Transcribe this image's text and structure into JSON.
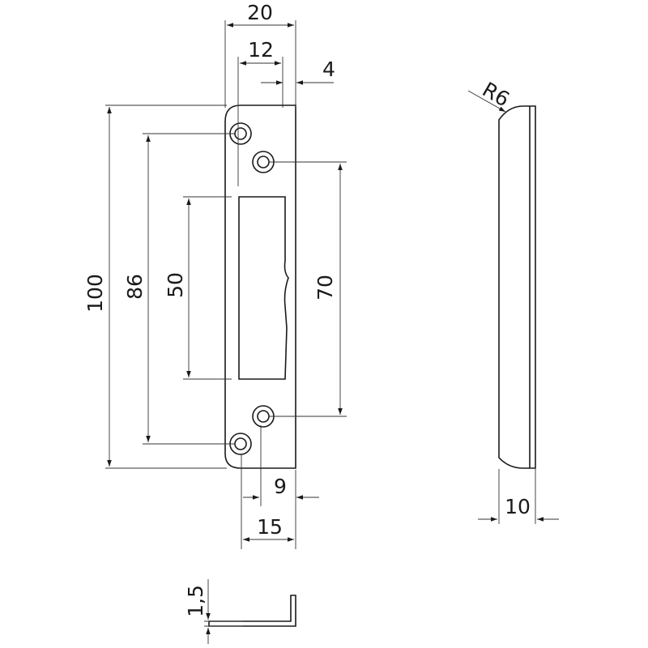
{
  "drawing": {
    "colors": {
      "line": "#1a1a1a",
      "background": "#ffffff"
    },
    "front_view": {
      "dims": {
        "width_total": "20",
        "hole_offset": "12",
        "edge_offset": "4",
        "height_total": "100",
        "hole_spacing_outer": "86",
        "slot_height": "50",
        "hole_spacing_inner": "70",
        "lower_offset": "9",
        "lower_width": "15"
      }
    },
    "side_view": {
      "radius": "R6",
      "thickness": "10"
    },
    "section_view": {
      "sheet_thickness": "1,5"
    }
  }
}
